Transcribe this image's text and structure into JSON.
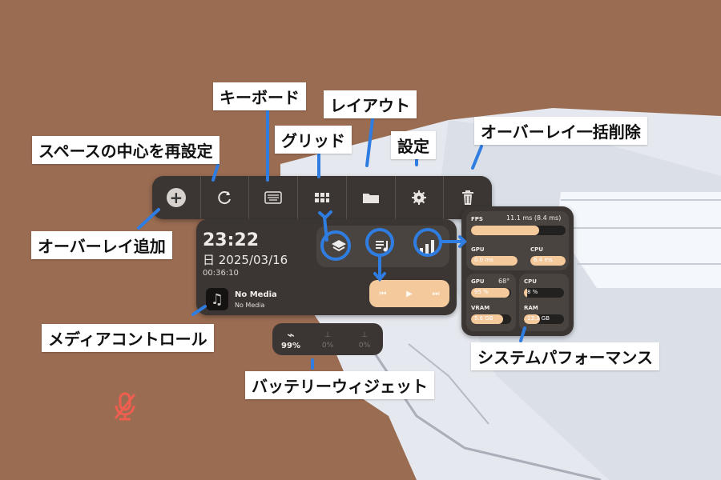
{
  "toolbar": {
    "buttons": [
      {
        "name": "add-overlay-button",
        "icon": "plus-icon"
      },
      {
        "name": "recenter-button",
        "icon": "refresh-icon"
      },
      {
        "name": "keyboard-button",
        "icon": "keyboard-icon"
      },
      {
        "name": "grid-button",
        "icon": "grid-icon"
      },
      {
        "name": "layout-button",
        "icon": "folder-icon"
      },
      {
        "name": "settings-button",
        "icon": "gear-icon"
      },
      {
        "name": "clear-overlays-button",
        "icon": "trash-icon"
      }
    ]
  },
  "widget": {
    "time": "23:22",
    "date": "日 2025/03/16",
    "uptime": "00:36:10",
    "media": {
      "title": "No Media",
      "subtitle": "No Media"
    }
  },
  "performance": {
    "fps_label": "FPS",
    "fps_value": "11.1 ms (8.4 ms)",
    "fps_level": 0.72,
    "gpu_label": "GPU",
    "gpu_value": "0.0 ms",
    "cpu_label": "CPU",
    "cpu_value": "6.4 ms",
    "gpu2_label": "GPU",
    "gpu2_temp": "68°",
    "gpu2_value": "95 %",
    "cpu2_label": "CPU",
    "cpu2_value": "8 %",
    "vram_label": "VRAM",
    "vram_value": "5.6 GB",
    "ram_label": "RAM",
    "ram_value": "13.3 GB"
  },
  "battery": {
    "items": [
      {
        "name": "headset-battery",
        "value": "99%"
      },
      {
        "name": "left-controller-battery",
        "value": "0%"
      },
      {
        "name": "right-controller-battery",
        "value": "0%"
      }
    ]
  },
  "labels": {
    "keyboard": "キーボード",
    "layout": "レイアウト",
    "grid": "グリッド",
    "settings": "設定",
    "recenter": "スペースの中心を再設定",
    "clear_all": "オーバーレイ一括削除",
    "add_overlay": "オーバーレイ追加",
    "media_control": "メディアコントロール",
    "system_performance": "システムパフォーマンス",
    "battery_widget": "バッテリーウィジェット"
  },
  "colors": {
    "accent": "#f4c99c",
    "panel": "#3b3633",
    "annotation_blue": "#2f7de1",
    "mic_red": "#ef5e4f"
  }
}
